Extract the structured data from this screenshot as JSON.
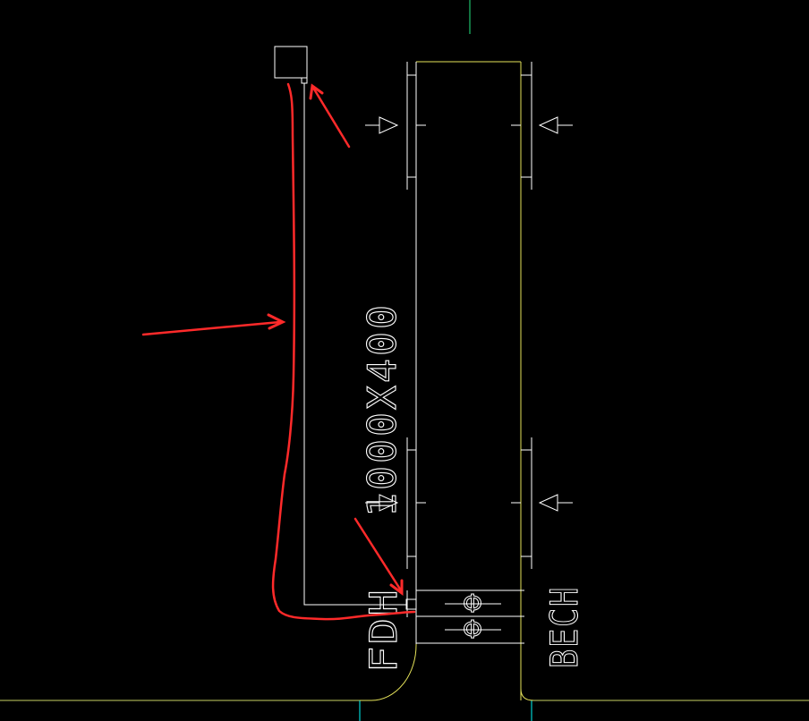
{
  "duct": {
    "size_label": "1000X400",
    "left_label": "FDH",
    "right_label": "BECH",
    "damper_symbol_top": "Φ",
    "damper_symbol_bottom": "Φ"
  },
  "colors": {
    "background": "#000000",
    "linework": "#ffffff",
    "duct_edge": "#e6e35a",
    "floor_line": "#c8d264",
    "grid_axis": "#00d0d0",
    "top_axis": "#1fbf6a",
    "markup": "#ff2a2a"
  }
}
